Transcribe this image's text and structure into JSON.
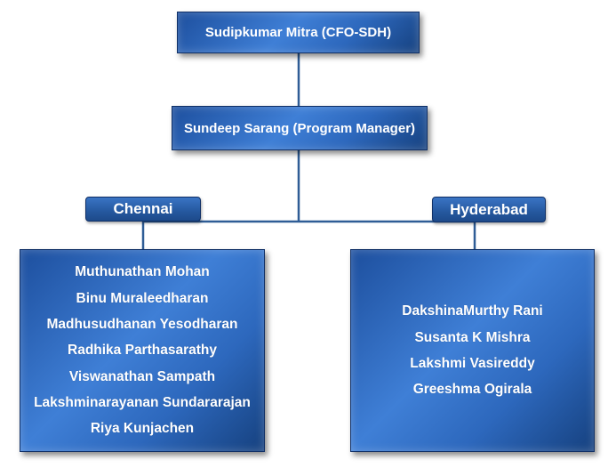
{
  "org": {
    "top": {
      "name": "Sudipkumar  Mitra (CFO-SDH)"
    },
    "manager": {
      "name": "Sundeep Sarang (Program Manager)"
    },
    "teams": [
      {
        "location": "Chennai",
        "members": [
          "Muthunathan Mohan",
          "Binu Muraleedharan",
          "Madhusudhanan  Yesodharan",
          "Radhika Parthasarathy",
          "Viswanathan Sampath",
          "Lakshminarayanan  Sundararajan",
          "Riya Kunjachen"
        ]
      },
      {
        "location": "Hyderabad",
        "members": [
          "DakshinaMurthy Rani",
          "Susanta K Mishra",
          "Lakshmi Vasireddy",
          "Greeshma Ogirala"
        ]
      }
    ]
  },
  "colors": {
    "box_fill": "#3a74c4",
    "box_border": "#0f2f66",
    "connector": "#2f5d96",
    "text": "#ffffff"
  }
}
